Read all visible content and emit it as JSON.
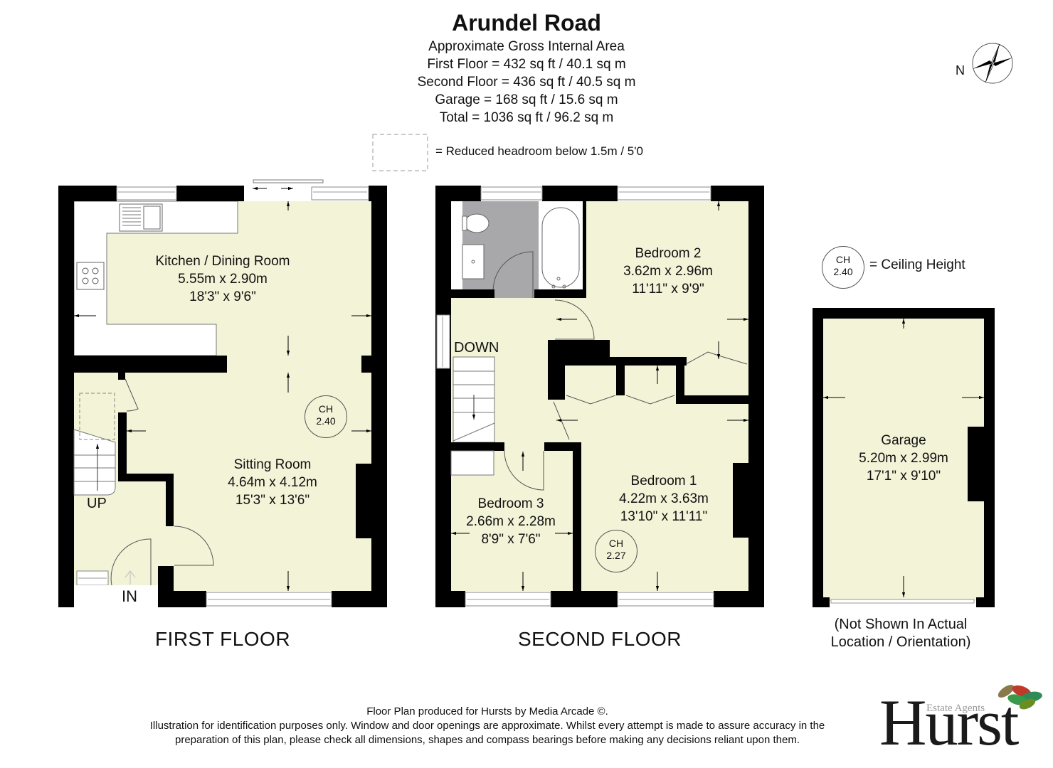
{
  "header": {
    "title": "Arundel Road",
    "subtitle": "Approximate Gross Internal Area",
    "areas": [
      "First Floor = 432 sq ft / 40.1 sq m",
      "Second Floor = 436 sq ft / 40.5 sq m",
      "Garage = 168 sq ft / 15.6 sq m",
      "Total = 1036 sq ft / 96.2 sq m"
    ]
  },
  "legend": {
    "reduced_headroom": "= Reduced headroom below 1.5m / 5'0",
    "ceiling_height_label": "= Ceiling Height",
    "ceiling_height_symbol": {
      "line1": "CH",
      "line2": "2.40"
    }
  },
  "compass": {
    "label": "N",
    "icon": "compass-rose-icon"
  },
  "floors": {
    "first_floor": {
      "label": "FIRST FLOOR",
      "rooms": [
        {
          "name": "Kitchen / Dining Room",
          "metric": "5.55m x 2.90m",
          "imperial": "18'3\" x 9'6\""
        },
        {
          "name": "Sitting Room",
          "metric": "4.64m x 4.12m",
          "imperial": "15'3\" x 13'6\""
        }
      ],
      "ceiling_height": {
        "line1": "CH",
        "line2": "2.40"
      },
      "labels": {
        "up": "UP",
        "in": "IN"
      }
    },
    "second_floor": {
      "label": "SECOND FLOOR",
      "rooms": [
        {
          "name": "Bedroom 2",
          "metric": "3.62m x 2.96m",
          "imperial": "11'11\" x 9'9\""
        },
        {
          "name": "Bedroom 1",
          "metric": "4.22m x 3.63m",
          "imperial": "13'10\" x 11'11\""
        },
        {
          "name": "Bedroom 3",
          "metric": "2.66m x 2.28m",
          "imperial": "8'9\" x 7'6\""
        }
      ],
      "ceiling_height": {
        "line1": "CH",
        "line2": "2.27"
      },
      "labels": {
        "down": "DOWN"
      }
    },
    "garage": {
      "rooms": [
        {
          "name": "Garage",
          "metric": "5.20m x 2.99m",
          "imperial": "17'1\" x 9'10\""
        }
      ],
      "note": [
        "(Not Shown In Actual",
        "Location / Orientation)"
      ]
    }
  },
  "colors": {
    "floor_fill": "#f3f3d8",
    "wall": "#000000",
    "bathroom": "#a8a8ab"
  },
  "footer": {
    "lines": [
      "Floor Plan produced for Hursts by Media Arcade ©.",
      "Illustration for identification purposes only. Window and door openings are approximate. Whilst every attempt is made to assure accuracy in the",
      "preparation of this plan, please check all dimensions, shapes and compass bearings before making any decisions reliant upon them."
    ]
  },
  "logo": {
    "main": "Hurst",
    "sub": "Estate Agents"
  }
}
